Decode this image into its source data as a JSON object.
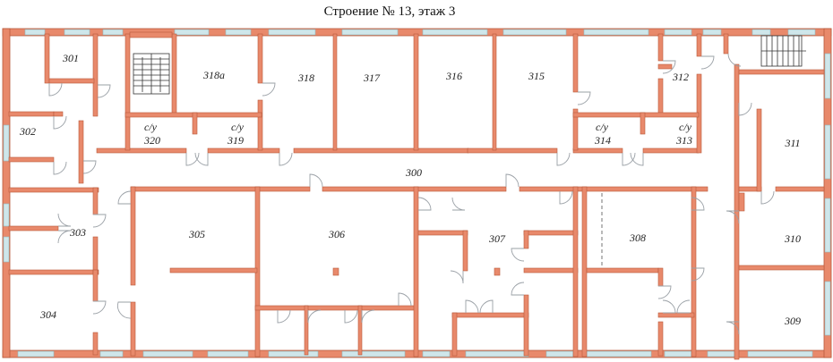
{
  "title": "Строение № 13, этаж 3",
  "rooms": {
    "r301": "301",
    "r302": "302",
    "r303": "303",
    "r304": "304",
    "r305": "305",
    "r306": "306",
    "r307": "307",
    "r308": "308",
    "r309": "309",
    "r310": "310",
    "r311": "311",
    "r312": "312",
    "r313": "313",
    "r314": "314",
    "r315": "315",
    "r316": "316",
    "r317": "317",
    "r318": "318",
    "r318a": "318а",
    "r319": "319",
    "r320": "320",
    "r300": "300"
  },
  "wc": {
    "w320": "с/у",
    "w319": "с/у",
    "w314": "с/у",
    "w313": "с/у"
  },
  "colors": {
    "wall": "#e8896b",
    "window": "#cfe6ea"
  }
}
